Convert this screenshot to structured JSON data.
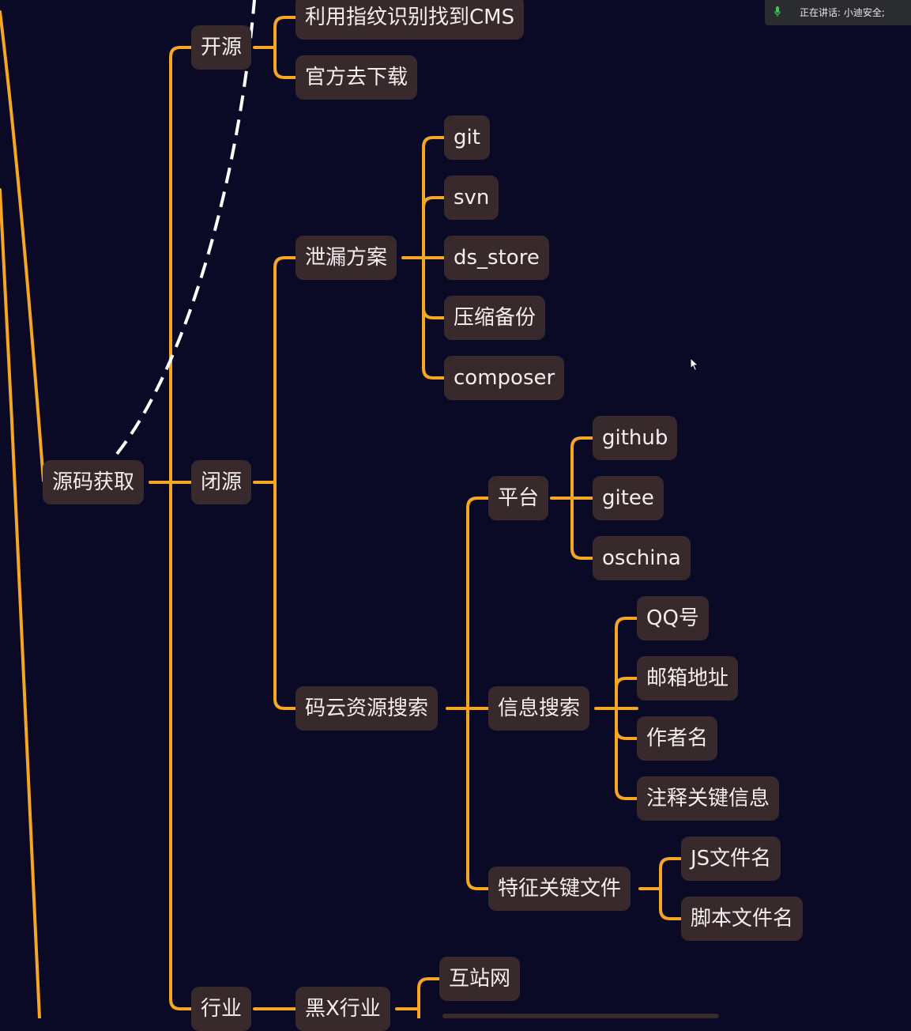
{
  "mindmap": {
    "root": "源码获取",
    "branches": {
      "open": "开源",
      "closed": "闭源",
      "industry": "行业"
    },
    "open_children": [
      "利用指纹识别找到CMS",
      "官方去下载"
    ],
    "leak": {
      "label": "泄漏方案",
      "items": [
        "git",
        "svn",
        "ds_store",
        "压缩备份",
        "composer"
      ]
    },
    "gitee_search": {
      "label": "码云资源搜索",
      "platform": {
        "label": "平台",
        "items": [
          "github",
          "gitee",
          "oschina"
        ]
      },
      "info": {
        "label": "信息搜索",
        "items": [
          "QQ号",
          "邮箱地址",
          "作者名",
          "注释关键信息"
        ]
      },
      "files": {
        "label": "特征关键文件",
        "items": [
          "JS文件名",
          "脚本文件名"
        ]
      }
    },
    "black": {
      "label": "黑X行业",
      "items": [
        "互站网"
      ]
    }
  },
  "meeting": {
    "speaking": "正在讲话: 小迪安全;"
  },
  "colors": {
    "background": "#0b0a26",
    "node": "#37292c",
    "line": "#f5a623",
    "text": "#f4efee"
  }
}
